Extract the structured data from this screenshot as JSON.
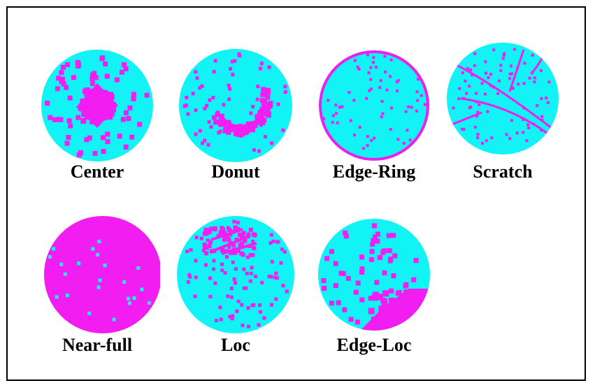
{
  "colors": {
    "wafer": "#11f3f5",
    "defect": "#f21df0",
    "background": "#ffffff",
    "border": "#000000"
  },
  "patterns": [
    {
      "id": "center",
      "label": "Center",
      "pattern": "center"
    },
    {
      "id": "donut",
      "label": "Donut",
      "pattern": "donut"
    },
    {
      "id": "edge-ring",
      "label": "Edge-Ring",
      "pattern": "edge-ring"
    },
    {
      "id": "scratch",
      "label": "Scratch",
      "pattern": "scratch"
    },
    {
      "id": "near-full",
      "label": "Near-full",
      "pattern": "near-full"
    },
    {
      "id": "loc",
      "label": "Loc",
      "pattern": "loc"
    },
    {
      "id": "edge-loc",
      "label": "Edge-Loc",
      "pattern": "edge-loc"
    }
  ]
}
